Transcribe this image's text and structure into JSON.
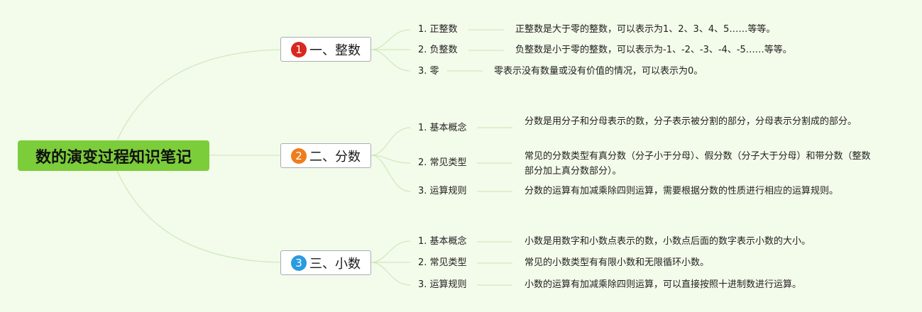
{
  "root": {
    "title": "数的演变过程知识笔记"
  },
  "branches": [
    {
      "number": "1",
      "title": "一、整数",
      "color": "#d9281e",
      "items": [
        {
          "label": "1. 正整数",
          "desc": "正整数是大于零的整数，可以表示为1、2、3、4、5……等等。"
        },
        {
          "label": "2. 负整数",
          "desc": "负整数是小于零的整数，可以表示为-1、-2、-3、-4、-5……等等。"
        },
        {
          "label": "3. 零",
          "desc": "零表示没有数量或没有价值的情况，可以表示为0。"
        }
      ]
    },
    {
      "number": "2",
      "title": "二、分数",
      "color": "#ee7d1e",
      "items": [
        {
          "label": "1. 基本概念",
          "desc": "分数是用分子和分母表示的数，分子表示被分割的部分，分母表示分割成的部分。"
        },
        {
          "label": "2. 常见类型",
          "desc": "常见的分数类型有真分数（分子小于分母）、假分数（分子大于分母）和带分数（整数部分加上真分数部分）。"
        },
        {
          "label": "3. 运算规则",
          "desc": "分数的运算有加减乘除四则运算，需要根据分数的性质进行相应的运算规则。"
        }
      ]
    },
    {
      "number": "3",
      "title": "三、小数",
      "color": "#2a9be0",
      "items": [
        {
          "label": "1. 基本概念",
          "desc": "小数是用数字和小数点表示的数，小数点后面的数字表示小数的大小。"
        },
        {
          "label": "2. 常见类型",
          "desc": "常见的小数类型有有限小数和无限循环小数。"
        },
        {
          "label": "3. 运算规则",
          "desc": "小数的运算有加减乘除四则运算，可以直接按照十进制数进行运算。"
        }
      ]
    }
  ],
  "colors": {
    "background": "#f3fbea",
    "root_fill": "#7ccd3a",
    "connector": "#c8e6b4"
  }
}
